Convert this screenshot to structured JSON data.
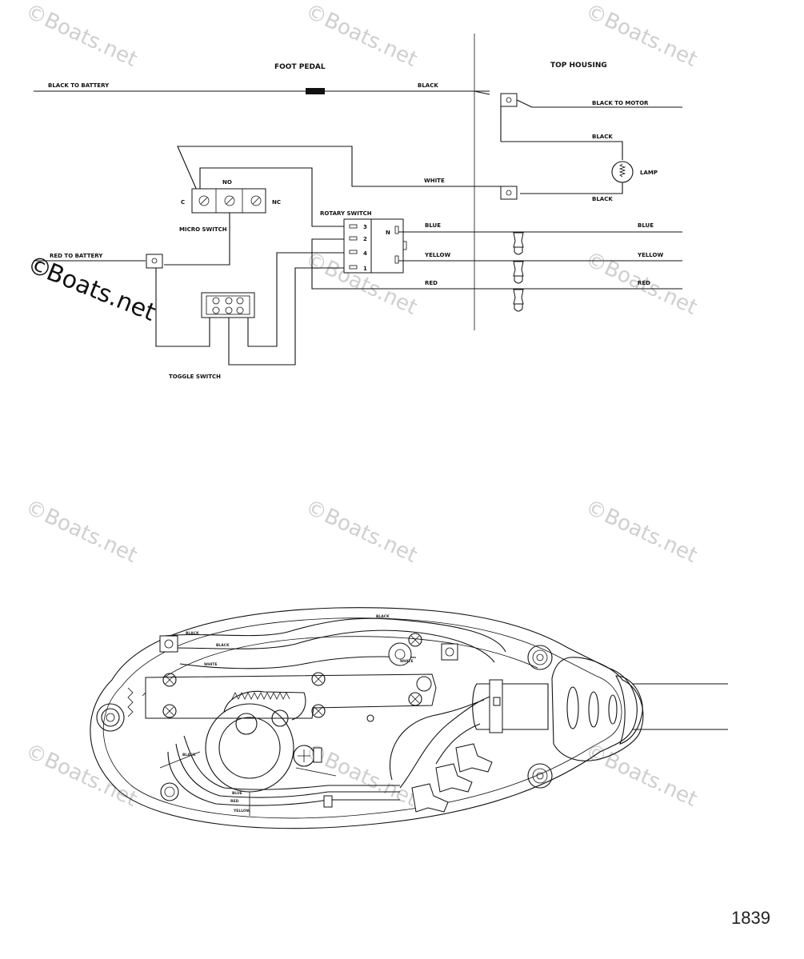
{
  "labels": {
    "foot_pedal": "FOOT PEDAL",
    "top_housing": "TOP HOUSING",
    "black_to_battery": "BLACK TO BATTERY",
    "black_top": "BLACK",
    "black_to_motor": "BLACK TO MOTOR",
    "black_lamp_upper": "BLACK",
    "lamp": "LAMP",
    "black_lamp_lower": "BLACK",
    "white": "WHITE",
    "no": "NO",
    "c": "C",
    "nc": "NC",
    "micro_switch": "MICRO SWITCH",
    "rotary_switch": "ROTARY SWITCH",
    "red_to_battery": "RED TO BATTERY",
    "blue_left": "BLUE",
    "yellow_left": "YELLOW",
    "red_left": "RED",
    "blue_right": "BLUE",
    "yellow_right": "YELLOW",
    "red_right": "RED",
    "toggle_switch": "TOGGLE SWITCH",
    "rotary_n": "N",
    "rotary_3": "3",
    "rotary_2": "2",
    "rotary_4": "4",
    "rotary_1": "1"
  },
  "assembly_labels": {
    "black_a": "BLACK",
    "black_b": "BLACK",
    "black_c": "BLACK",
    "white_a": "WHITE",
    "white_b": "WHITE",
    "red_a": "RED",
    "blue_a": "BLUE",
    "yellow_a": "YELLOW",
    "black_d": "BLACK"
  },
  "watermark": {
    "text": "Boats.net",
    "symbol": "©"
  },
  "page_number": "1839"
}
